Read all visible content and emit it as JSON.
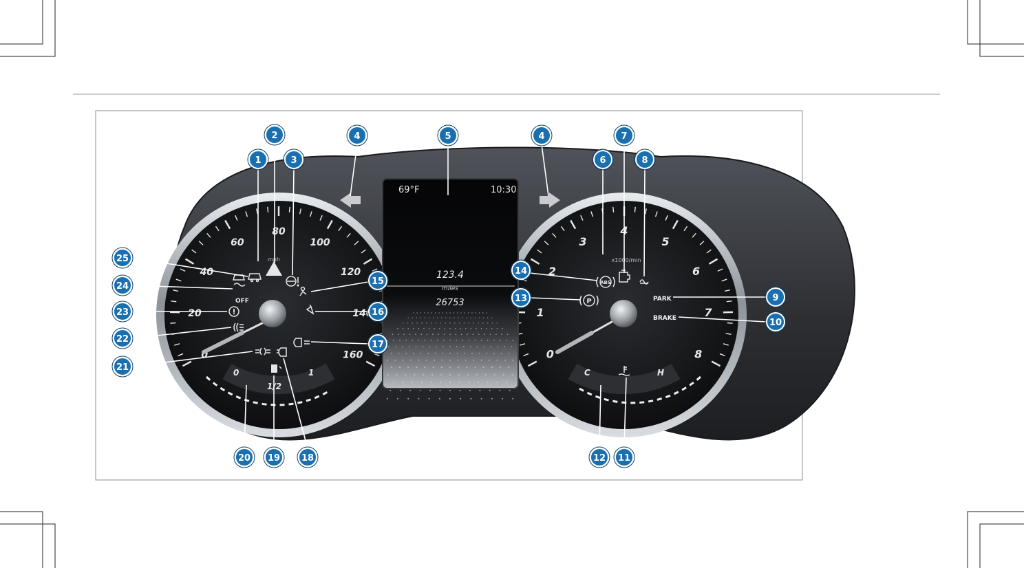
{
  "display": {
    "temperature": "69°F",
    "time": "10:30",
    "trip_distance": "123.4",
    "distance_unit": "miles",
    "odometer": "26753"
  },
  "speedometer": {
    "unit": "mph",
    "scale_labels": [
      "0",
      "20",
      "40",
      "60",
      "80",
      "100",
      "120",
      "140",
      "160"
    ]
  },
  "tachometer": {
    "unit": "x1000/min",
    "scale_labels": [
      "0",
      "1",
      "2",
      "3",
      "4",
      "5",
      "6",
      "7",
      "8"
    ]
  },
  "fuel_gauge": {
    "labels": [
      "0",
      "1/2",
      "1"
    ]
  },
  "coolant_gauge": {
    "labels": [
      "C",
      "H"
    ]
  },
  "indicator_text": {
    "park": "PARK",
    "brake": "BRAKE",
    "esp_off": "OFF"
  },
  "callouts": [
    "1",
    "2",
    "3",
    "4",
    "4",
    "5",
    "6",
    "7",
    "8",
    "9",
    "10",
    "11",
    "12",
    "13",
    "14",
    "15",
    "16",
    "17",
    "18",
    "19",
    "20",
    "21",
    "22",
    "23",
    "24",
    "25"
  ],
  "colors": {
    "callout_fill": "#1a6fb0",
    "callout_border": "#0d3e66",
    "gauge_face": "#111214",
    "bezel": "#9aa0a6",
    "housing": "#3a3c40"
  },
  "icons": [
    "turn-signal-left-icon",
    "turn-signal-right-icon",
    "warning-triangle-icon",
    "steering-warning-icon",
    "check-engine-icon",
    "glow-plug-icon",
    "abs-icon",
    "parking-brake-icon",
    "seatbelt-icon",
    "fuel-pump-icon",
    "low-beam-icon",
    "high-beam-icon",
    "front-fog-light-icon",
    "rear-fog-light-icon",
    "coolant-temperature-icon",
    "esp-icon",
    "esp-off-icon",
    "tire-pressure-icon",
    "seat-occupancy-icon"
  ]
}
